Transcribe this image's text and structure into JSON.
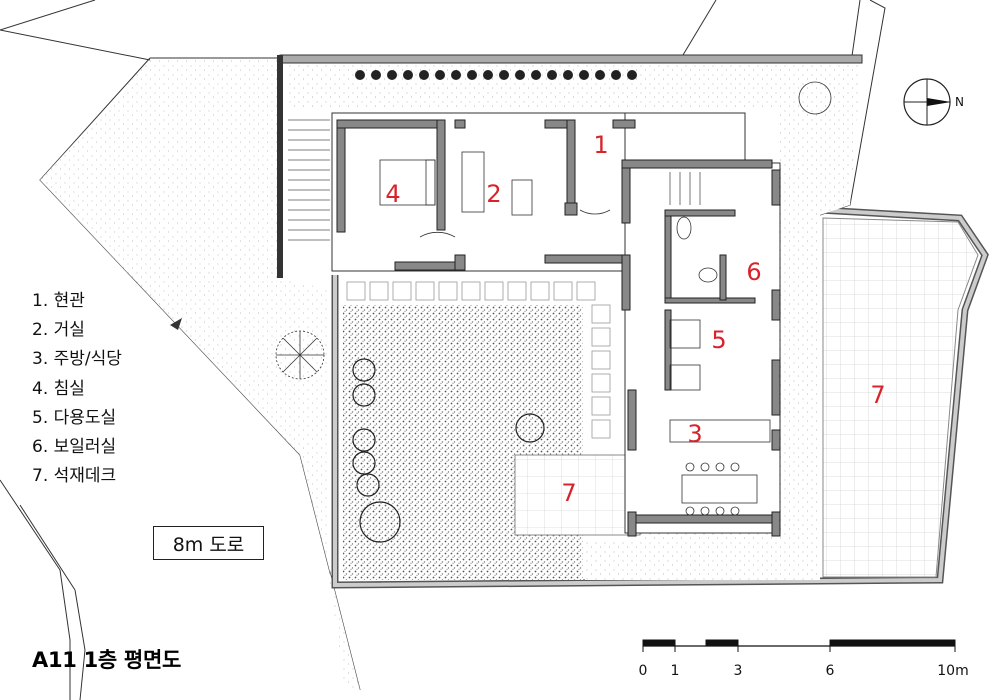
{
  "legend": [
    "1. 현관",
    "2. 거실",
    "3. 주방/식당",
    "4. 침실",
    "5. 다용도실",
    "6. 보일러실",
    "7. 석재데크"
  ],
  "road_label": "8m 도로",
  "title": "A11 1층 평면도",
  "room_numbers": {
    "entrance": "1",
    "living": "2",
    "kitchen": "3",
    "bedroom": "4",
    "utility": "5",
    "boiler": "6",
    "deck_east": "7",
    "deck_south": "7"
  },
  "scale_bar": {
    "unit": "m",
    "tick_labels": [
      "0",
      "1",
      "3",
      "6",
      "10m"
    ]
  },
  "compass": {
    "label": "N"
  },
  "colors": {
    "room_number": "#d8232a",
    "wall": "#777777",
    "line": "#222222"
  }
}
